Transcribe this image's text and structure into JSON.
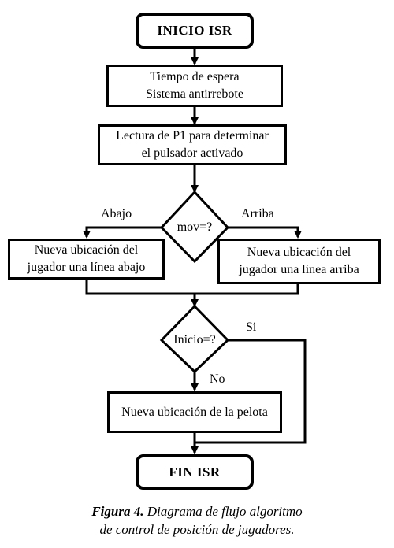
{
  "nodes": {
    "start": "INICIO ISR",
    "debounce": "Tiempo de espera\nSistema antirrebote",
    "read_p1": "Lectura de P1 para determinar\nel pulsador activado",
    "decision_mov": "mov=?",
    "move_down": "Nueva ubicación del\njugador una línea abajo",
    "move_up": "Nueva ubicación del\njugador una línea arriba",
    "decision_inicio": "Inicio=?",
    "ball": "Nueva ubicación de la pelota",
    "end": "FIN ISR"
  },
  "edges": {
    "mov_left": "Abajo",
    "mov_right": "Arriba",
    "inicio_yes": "Si",
    "inicio_no": "No"
  },
  "caption": {
    "prefix": "Figura 4.",
    "text": " Diagrama de flujo algoritmo\nde control de posición de jugadores."
  }
}
